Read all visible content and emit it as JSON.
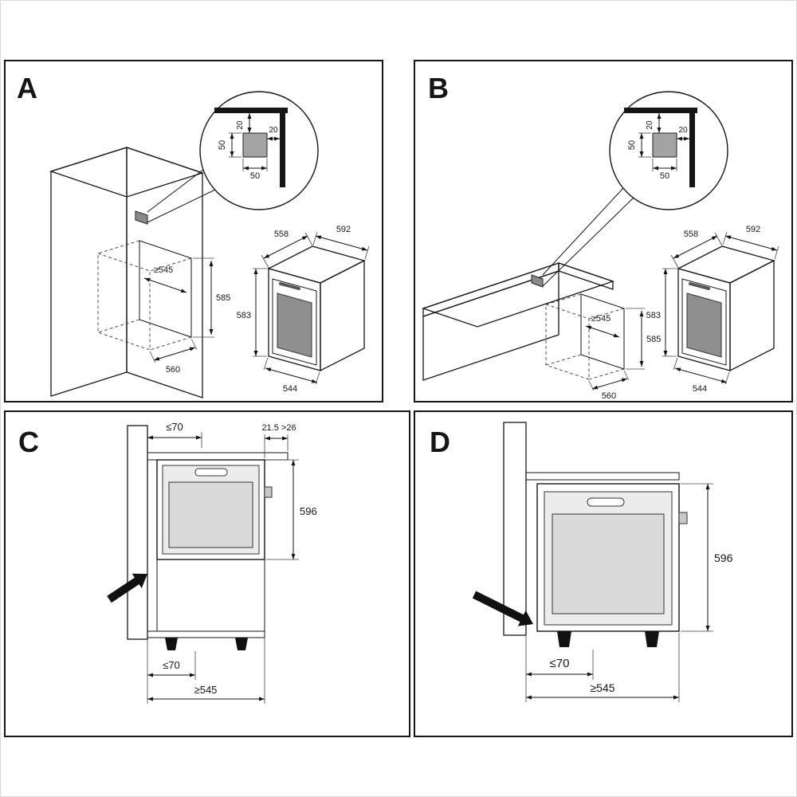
{
  "panels": {
    "a": {
      "label": "A",
      "niche": {
        "width": "≥545",
        "height": "585",
        "depth": "560"
      },
      "detail": {
        "gap_top": "20",
        "gap_side": "20",
        "hole_height": "50",
        "hole_width": "50"
      },
      "oven": {
        "depth": "558",
        "width": "592",
        "height": "583",
        "front_width": "544"
      }
    },
    "b": {
      "label": "B",
      "niche": {
        "width": "≥545",
        "height": "585",
        "depth": "560"
      },
      "detail": {
        "gap_top": "20",
        "gap_side": "20",
        "hole_height": "50",
        "hole_width": "50"
      },
      "oven": {
        "depth": "558",
        "width": "592",
        "height": "583",
        "front_width": "544"
      }
    },
    "c": {
      "label": "C",
      "top_clearance": "≤70",
      "front_offset": "21.5 >26",
      "oven_height": "596",
      "bottom_clearance": "≤70",
      "niche_width": "≥545"
    },
    "d": {
      "label": "D",
      "oven_height": "596",
      "bottom_clearance": "≤70",
      "niche_width": "≥545"
    }
  }
}
